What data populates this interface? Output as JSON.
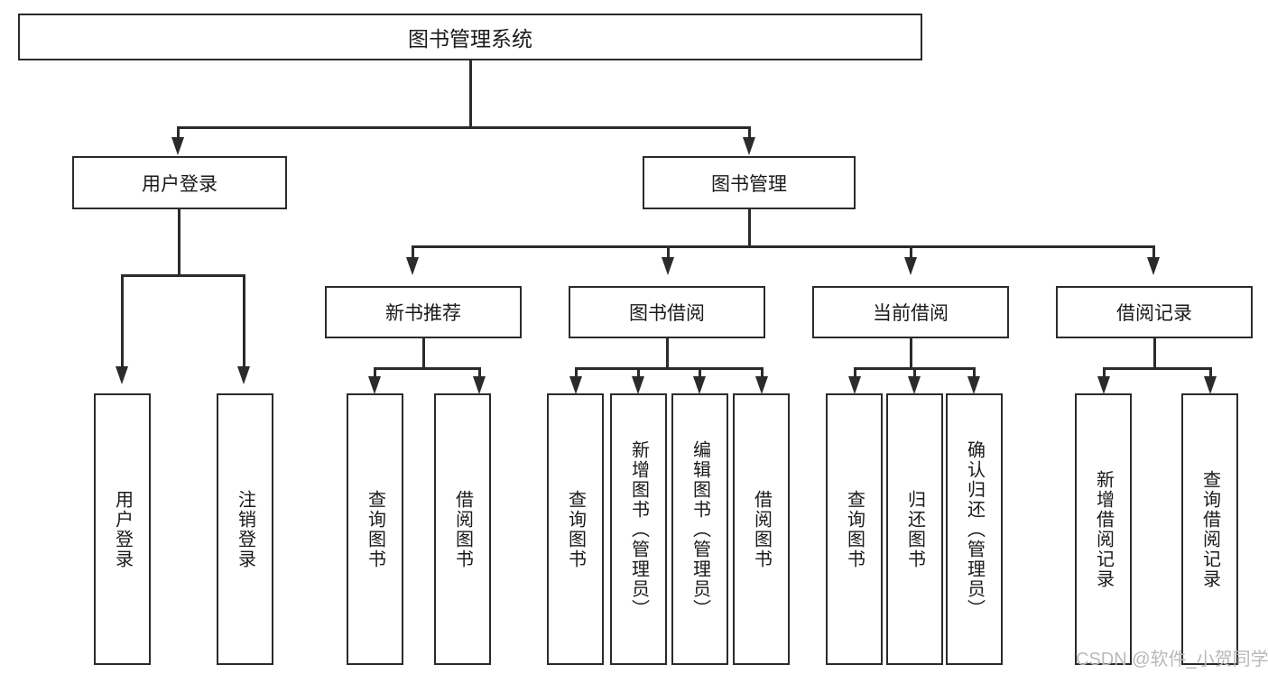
{
  "diagram": {
    "title": "图书管理系统",
    "type": "tree",
    "watermark": "CSDN @软件_小贺同学",
    "colors": {
      "stroke": "#2b2b2b",
      "fill": "#ffffff",
      "text": "#1a1a1a",
      "watermark": "#b9b9b9"
    },
    "root": {
      "label": "图书管理系统"
    },
    "level1": [
      {
        "label": "用户登录"
      },
      {
        "label": "图书管理"
      }
    ],
    "level2": [
      {
        "label": "新书推荐"
      },
      {
        "label": "图书借阅"
      },
      {
        "label": "当前借阅"
      },
      {
        "label": "借阅记录"
      }
    ],
    "leaves": [
      {
        "label": "用户登录",
        "parent": "用户登录"
      },
      {
        "label": "注销登录",
        "parent": "用户登录"
      },
      {
        "label": "查询图书",
        "parent": "新书推荐"
      },
      {
        "label": "借阅图书",
        "parent": "新书推荐"
      },
      {
        "label": "查询图书",
        "parent": "图书借阅"
      },
      {
        "label": "新增图书（管理员）",
        "parent": "图书借阅"
      },
      {
        "label": "编辑图书（管理员）",
        "parent": "图书借阅"
      },
      {
        "label": "借阅图书",
        "parent": "图书借阅"
      },
      {
        "label": "查询图书",
        "parent": "当前借阅"
      },
      {
        "label": "归还图书",
        "parent": "当前借阅"
      },
      {
        "label": "确认归还（管理员）",
        "parent": "当前借阅"
      },
      {
        "label": "新增借阅记录",
        "parent": "借阅记录"
      },
      {
        "label": "查询借阅记录",
        "parent": "借阅记录"
      }
    ]
  }
}
